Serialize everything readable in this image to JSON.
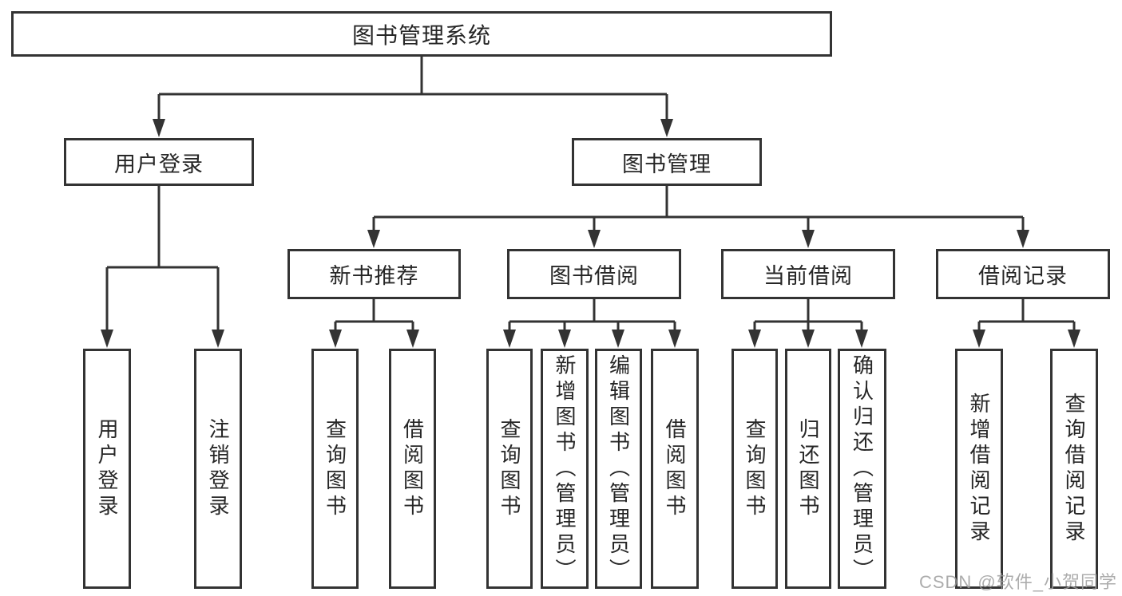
{
  "root": {
    "label": "图书管理系统"
  },
  "level2": [
    {
      "label": "用户登录"
    },
    {
      "label": "图书管理"
    }
  ],
  "level3": [
    {
      "label": "新书推荐"
    },
    {
      "label": "图书借阅"
    },
    {
      "label": "当前借阅"
    },
    {
      "label": "借阅记录"
    }
  ],
  "leaves": {
    "user_login": [
      {
        "label": "用户登录"
      },
      {
        "label": "注销登录"
      }
    ],
    "new_book": [
      {
        "label": "查询图书"
      },
      {
        "label": "借阅图书"
      }
    ],
    "book_borrow": [
      {
        "label": "查询图书"
      },
      {
        "label": "新增图书（管理员）"
      },
      {
        "label": "编辑图书（管理员）"
      },
      {
        "label": "借阅图书"
      }
    ],
    "current_borrow": [
      {
        "label": "查询图书"
      },
      {
        "label": "归还图书"
      },
      {
        "label": "确认归还（管理员）"
      }
    ],
    "borrow_records": [
      {
        "label": "新增借阅记录"
      },
      {
        "label": "查询借阅记录"
      }
    ]
  },
  "watermark": "CSDN @软件_小贺同学",
  "colors": {
    "line": "#333333",
    "text": "#262626",
    "watermark": "#9e9e9e",
    "background": "#ffffff"
  }
}
